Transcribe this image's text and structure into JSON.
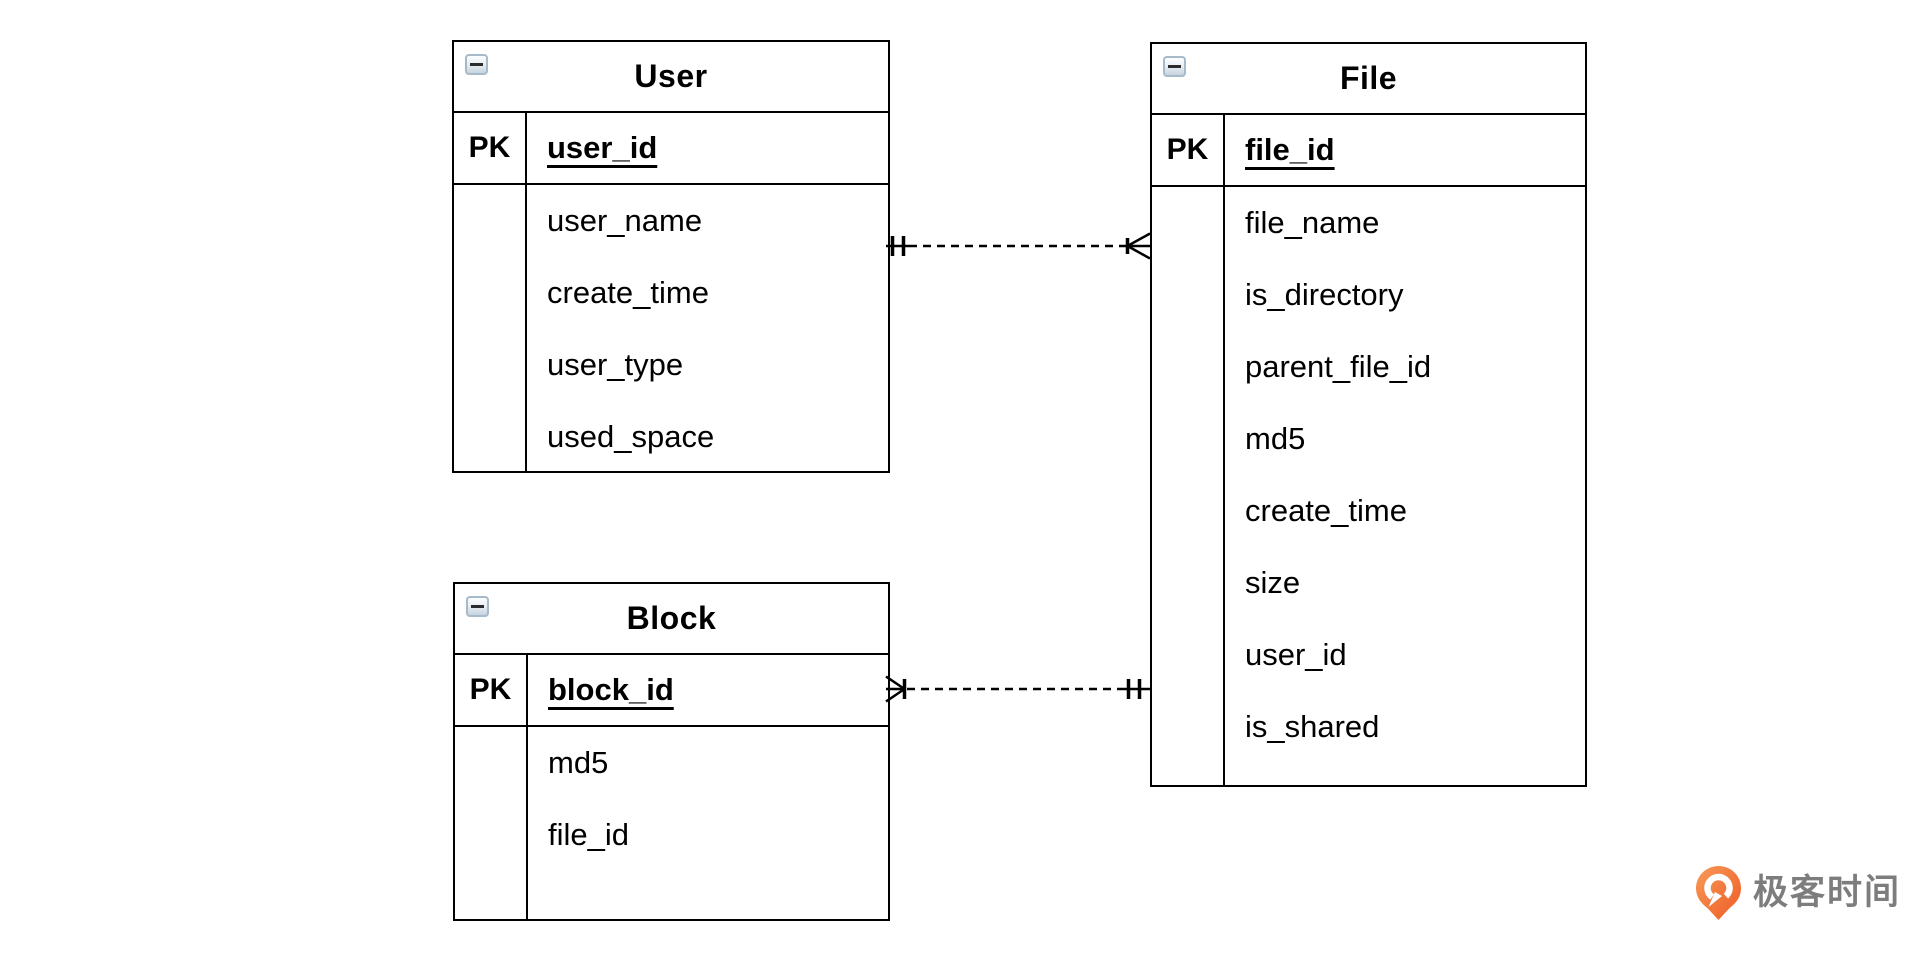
{
  "page": {
    "background_color": "#ffffff",
    "line_color": "#000000",
    "text_color": "#000000"
  },
  "entities": [
    {
      "id": "user",
      "title": "User",
      "collapse_icon": "minus-square-icon",
      "pk": {
        "label": "PK",
        "field": "user_id"
      },
      "fields": [
        "user_name",
        "create_time",
        "user_type",
        "used_space"
      ]
    },
    {
      "id": "file",
      "title": "File",
      "collapse_icon": "minus-square-icon",
      "pk": {
        "label": "PK",
        "field": "file_id"
      },
      "fields": [
        "file_name",
        "is_directory",
        "parent_file_id",
        "md5",
        "create_time",
        "size",
        "user_id",
        "is_shared"
      ]
    },
    {
      "id": "block",
      "title": "Block",
      "collapse_icon": "minus-square-icon",
      "pk": {
        "label": "PK",
        "field": "block_id"
      },
      "fields": [
        "md5",
        "file_id"
      ]
    }
  ],
  "relationships": [
    {
      "from": "User",
      "to": "File",
      "from_cardinality": "one-and-only-one",
      "to_cardinality": "one-or-many",
      "line_style": "dashed",
      "notation": "crow-foot"
    },
    {
      "from": "File",
      "to": "Block",
      "from_cardinality": "one-and-only-one",
      "to_cardinality": "one-or-many",
      "line_style": "dashed",
      "notation": "crow-foot"
    }
  ],
  "brand": {
    "text": "极客时间",
    "icon": "geektime-pin-icon",
    "icon_color_start": "#F89A58",
    "icon_color_end": "#ED5B25",
    "text_color": "#7d7d7d"
  }
}
